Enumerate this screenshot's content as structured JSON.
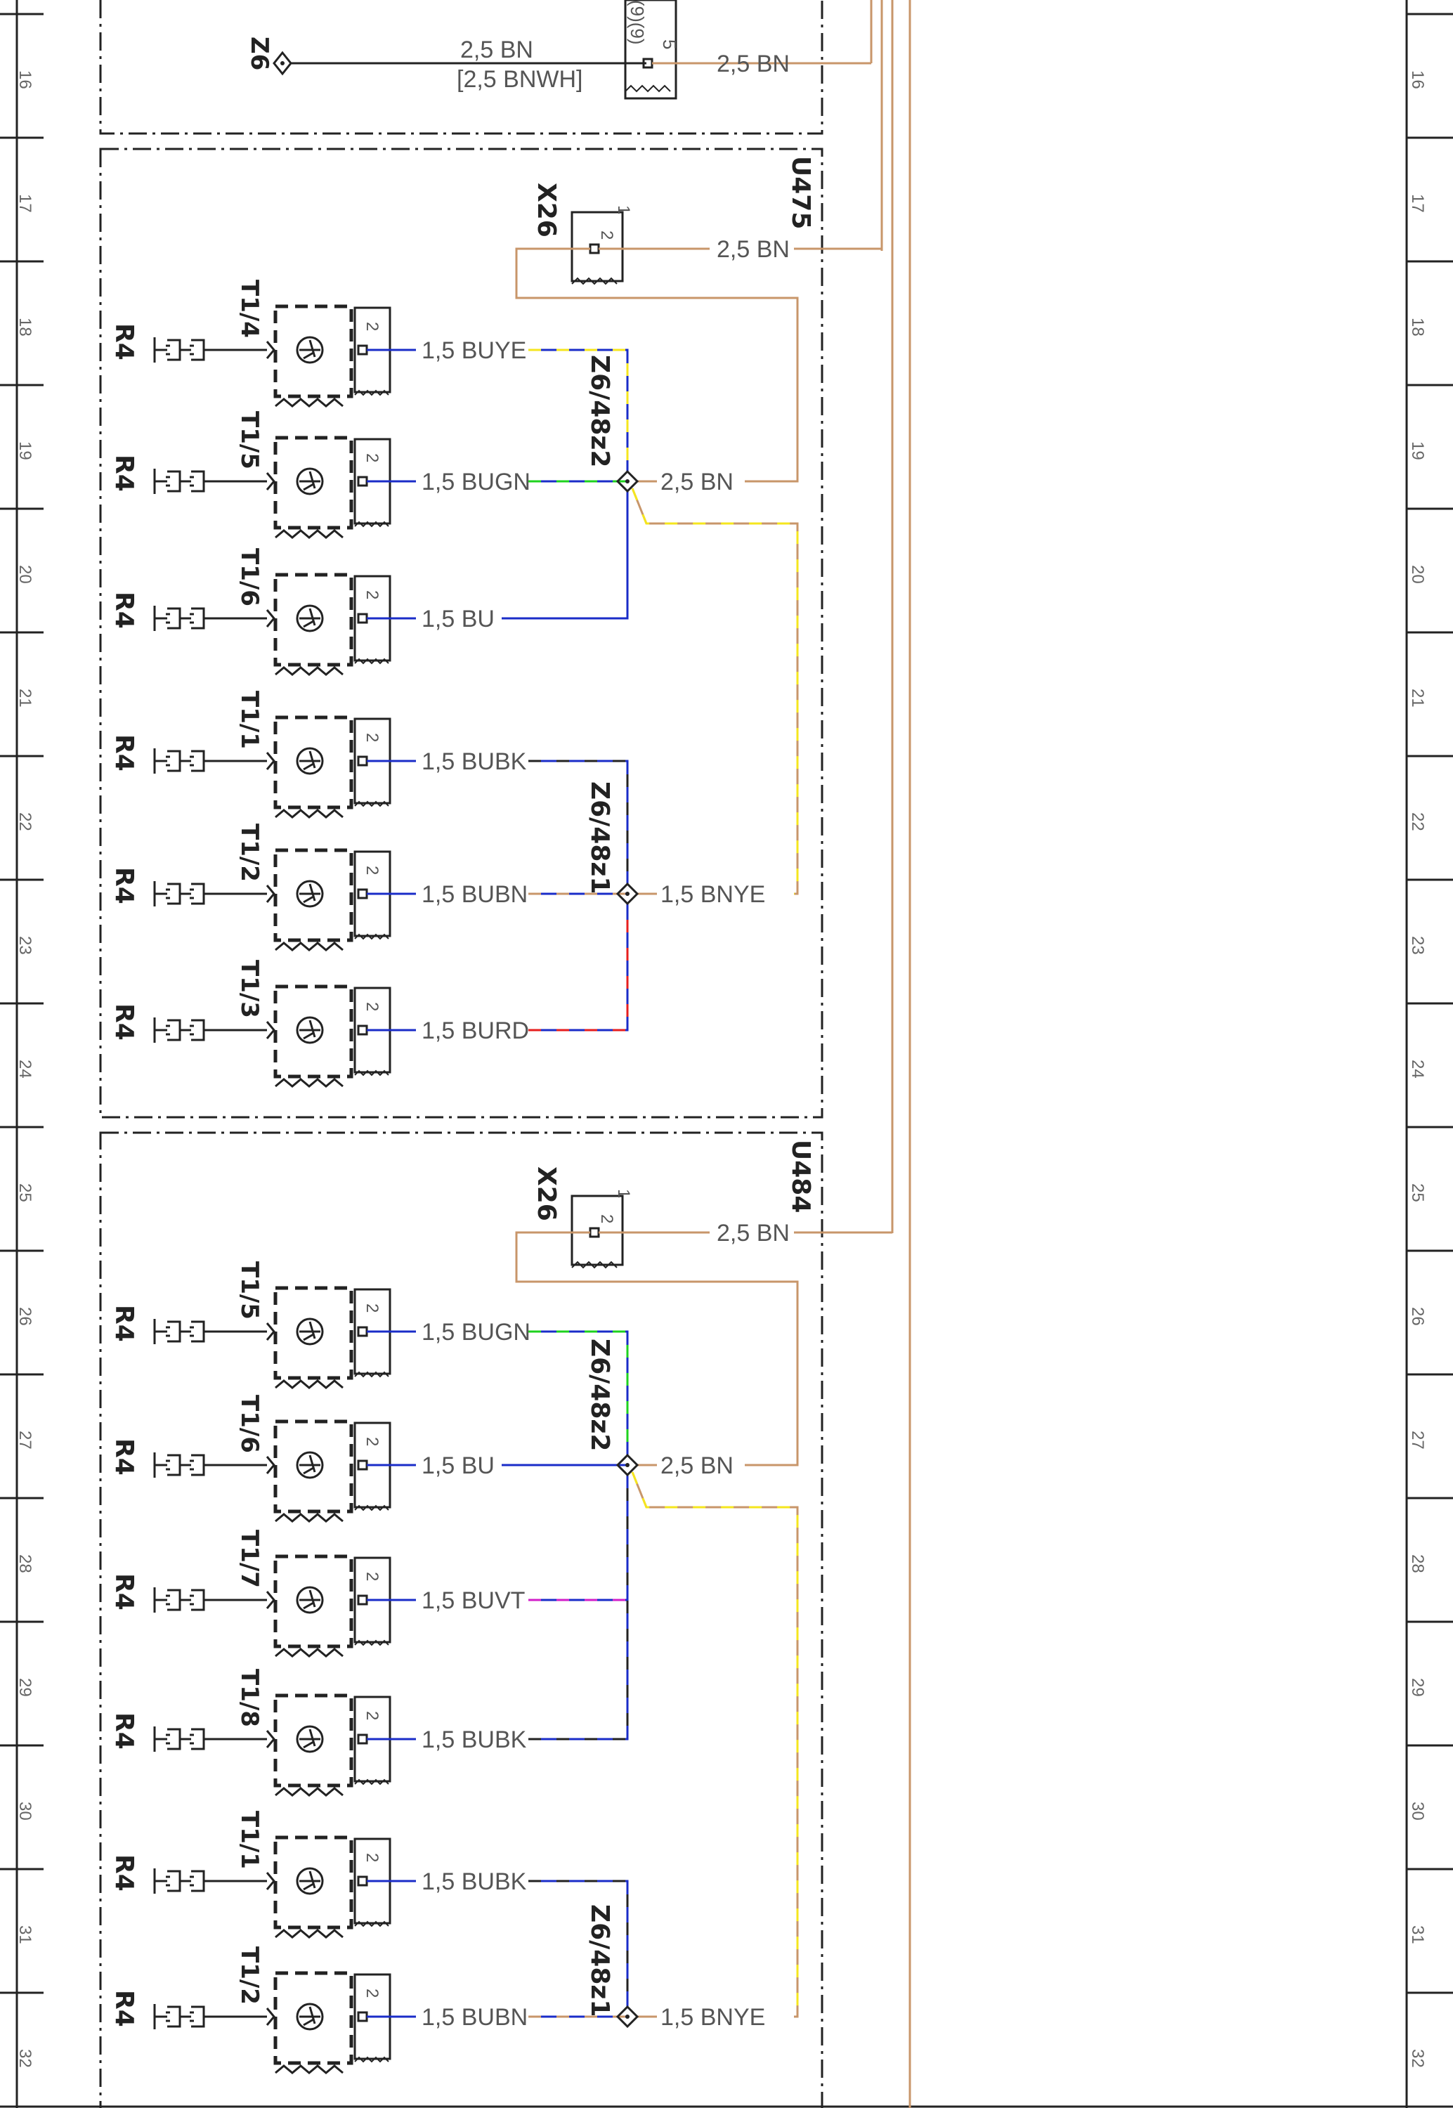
{
  "row_numbers": [
    "16",
    "17",
    "18",
    "19",
    "20",
    "21",
    "22",
    "23",
    "24",
    "25",
    "26",
    "27",
    "28",
    "29",
    "30",
    "31",
    "32"
  ],
  "top_section": {
    "ground_label": "Z6",
    "wire_main": "2,5 BN",
    "wire_alt": "[2,5 BNWH]",
    "conn_pins": "(9)(9)",
    "conn_pin": "5",
    "wire_right": "2,5 BN"
  },
  "module_u475": {
    "module_label": "U475",
    "connector_label": "X26",
    "conn_pin_top": "1",
    "conn_pin": "2",
    "feed_wire": "2,5 BN",
    "splice_upper_label": "Z6/48z2",
    "splice_upper_wire": "2,5 BN",
    "splice_lower_label": "Z6/48z1",
    "splice_lower_wire": "1,5 BNYE",
    "sensors": [
      {
        "terminal": "T1/4",
        "plug": "R4",
        "pin": "2",
        "wire": "1,5 BUYE"
      },
      {
        "terminal": "T1/5",
        "plug": "R4",
        "pin": "2",
        "wire": "1,5 BUGN"
      },
      {
        "terminal": "T1/6",
        "plug": "R4",
        "pin": "2",
        "wire": "1,5 BU"
      },
      {
        "terminal": "T1/1",
        "plug": "R4",
        "pin": "2",
        "wire": "1,5 BUBK"
      },
      {
        "terminal": "T1/2",
        "plug": "R4",
        "pin": "2",
        "wire": "1,5 BUBN"
      },
      {
        "terminal": "T1/3",
        "plug": "R4",
        "pin": "2",
        "wire": "1,5 BURD"
      }
    ]
  },
  "module_u484": {
    "module_label": "U484",
    "connector_label": "X26",
    "conn_pin_top": "1",
    "conn_pin": "2",
    "feed_wire": "2,5 BN",
    "splice_upper_label": "Z6/48z2",
    "splice_upper_wire": "2,5 BN",
    "splice_lower_label": "Z6/48z1",
    "splice_lower_wire": "1,5 BNYE",
    "sensors": [
      {
        "terminal": "T1/5",
        "plug": "R4",
        "pin": "2",
        "wire": "1,5 BUGN"
      },
      {
        "terminal": "T1/6",
        "plug": "R4",
        "pin": "2",
        "wire": "1,5 BU"
      },
      {
        "terminal": "T1/7",
        "plug": "R4",
        "pin": "2",
        "wire": "1,5 BUVT"
      },
      {
        "terminal": "T1/8",
        "plug": "R4",
        "pin": "2",
        "wire": "1,5 BUBK"
      },
      {
        "terminal": "T1/1",
        "plug": "R4",
        "pin": "2",
        "wire": "1,5 BUBK"
      },
      {
        "terminal": "T1/2",
        "plug": "R4",
        "pin": "2",
        "wire": "1,5 BUBN"
      }
    ]
  },
  "colors": {
    "BN": "#c8966a",
    "BU": "#1a2cc8",
    "YE": "#f5e61e",
    "GN": "#1ed21e",
    "BK": "#222222",
    "RD": "#e61e1e",
    "VT": "#d21ec8",
    "frame": "#222222"
  }
}
